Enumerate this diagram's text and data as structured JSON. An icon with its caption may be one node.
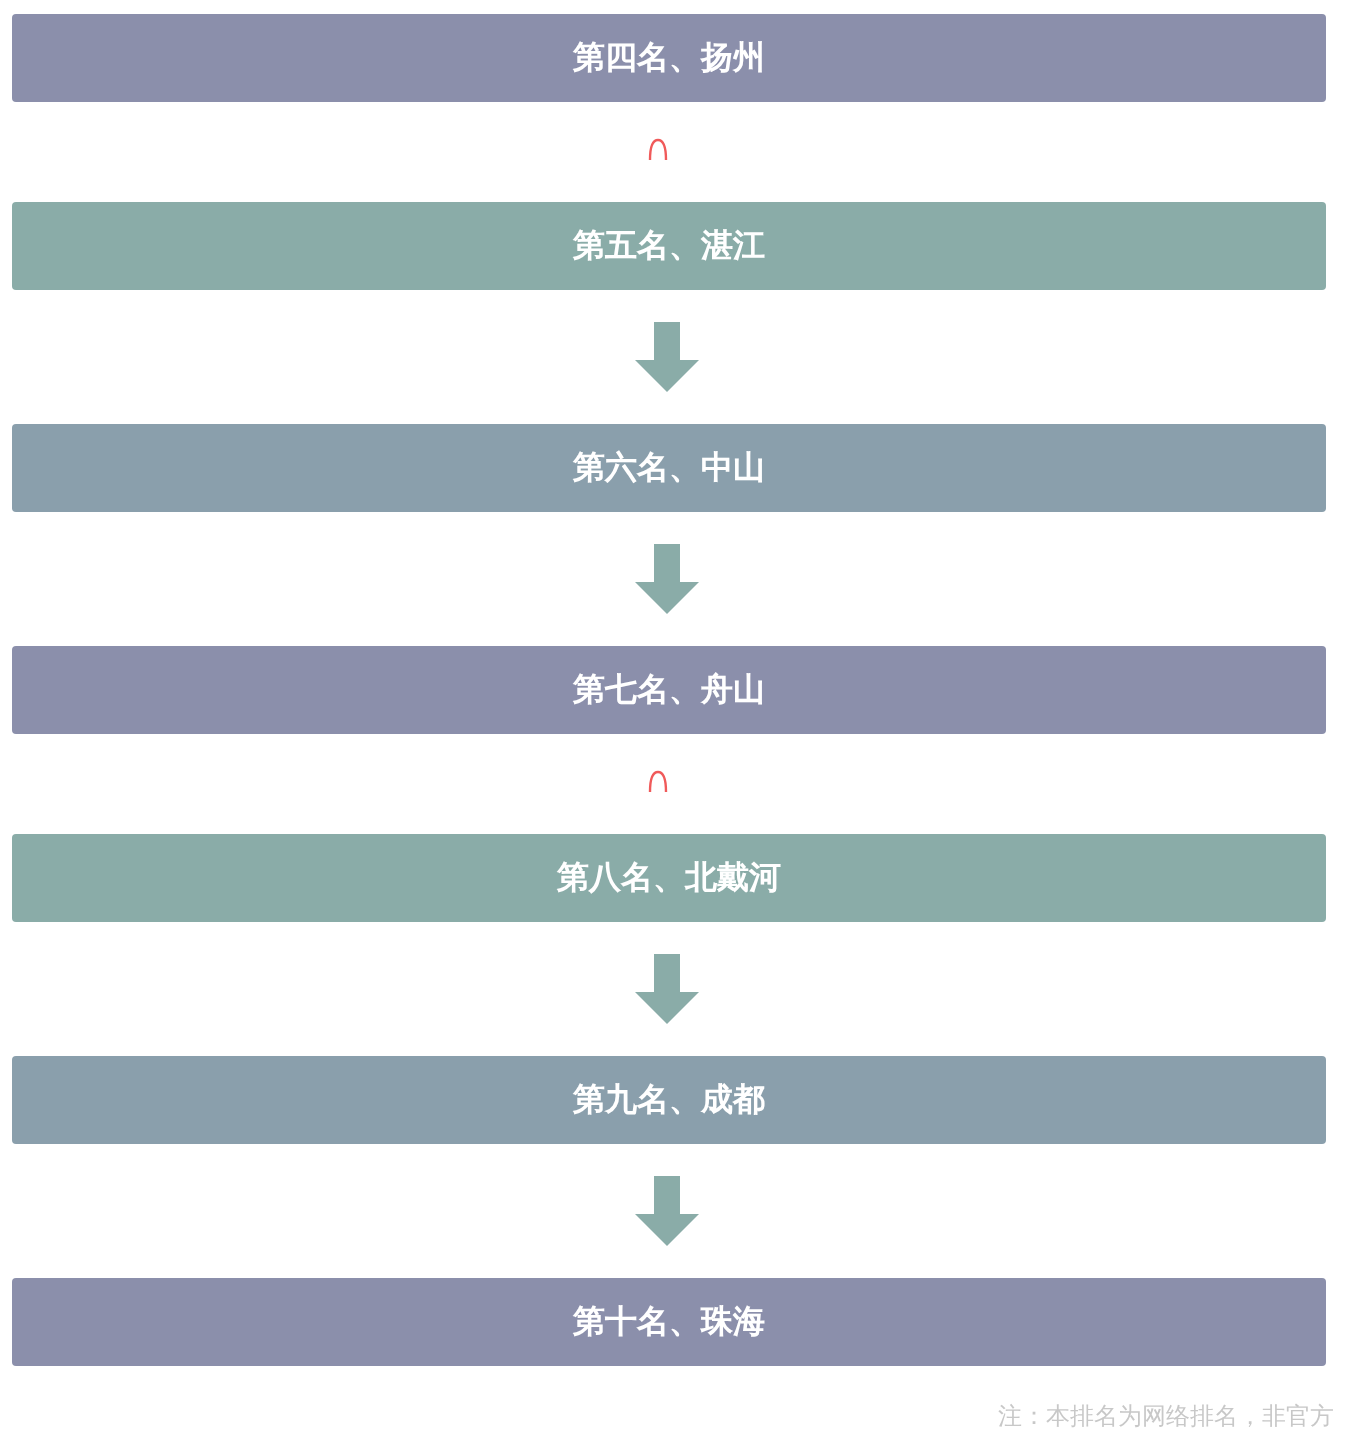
{
  "diagram": {
    "nodes": [
      {
        "text": [
          "第四名、扬州"
        ]
      },
      {
        "text": [
          "第五名、湛江"
        ]
      },
      {
        "text": [
          "第六名、中山"
        ]
      },
      {
        "text": [
          "第七名、舟山"
        ]
      },
      {
        "text": [
          "第八名、北戴河"
        ]
      },
      {
        "text": [
          "第九名、成都"
        ]
      },
      {
        "text": [
          "第十名、珠海"
        ]
      }
    ],
    "edges": [
      {
        "from": 1,
        "to": 2,
        "arrow": "to",
        "style": "thick"
      },
      {
        "from": 2,
        "to": 3,
        "arrow": "to",
        "style": "thick"
      },
      {
        "from": 4,
        "to": 5,
        "arrow": "to",
        "style": "thick"
      },
      {
        "from": 5,
        "to": 6,
        "arrow": "to",
        "style": "thick"
      }
    ],
    "labels": [
      "注：本排名为网络排名，非官方"
    ]
  }
}
